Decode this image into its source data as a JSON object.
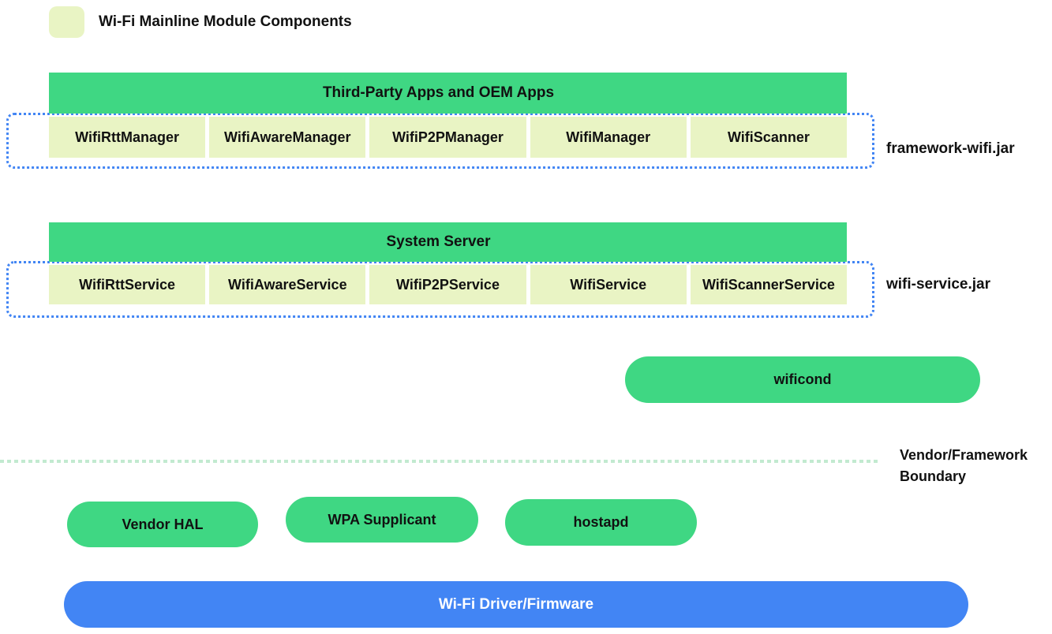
{
  "colors": {
    "component_green": "#3fd783",
    "module_pale_green": "#e9f4c4",
    "jar_border_blue": "#4285f4",
    "boundary_mint": "#c2ead0",
    "driver_blue": "#4285f4",
    "text_dark": "#111111",
    "text_light": "#ffffff"
  },
  "legend": {
    "label": "Wi-Fi Mainline Module Components"
  },
  "sections": [
    {
      "title": "Third-Party Apps and OEM Apps",
      "jar_label": "framework-wifi.jar",
      "boxes": [
        "WifiRttManager",
        "WifiAwareManager",
        "WifiP2PManager",
        "WifiManager",
        "WifiScanner"
      ]
    },
    {
      "title": "System Server",
      "jar_label": "wifi-service.jar",
      "boxes": [
        "WifiRttService",
        "WifiAwareService",
        "WifiP2PService",
        "WifiService",
        "WifiScannerService"
      ]
    }
  ],
  "wificond": {
    "label": "wificond"
  },
  "boundary": {
    "label": "Vendor/Framework Boundary"
  },
  "vendor_components": [
    {
      "label": "Vendor HAL"
    },
    {
      "label": "WPA Supplicant"
    },
    {
      "label": "hostapd"
    }
  ],
  "driver": {
    "label": "Wi-Fi Driver/Firmware"
  }
}
